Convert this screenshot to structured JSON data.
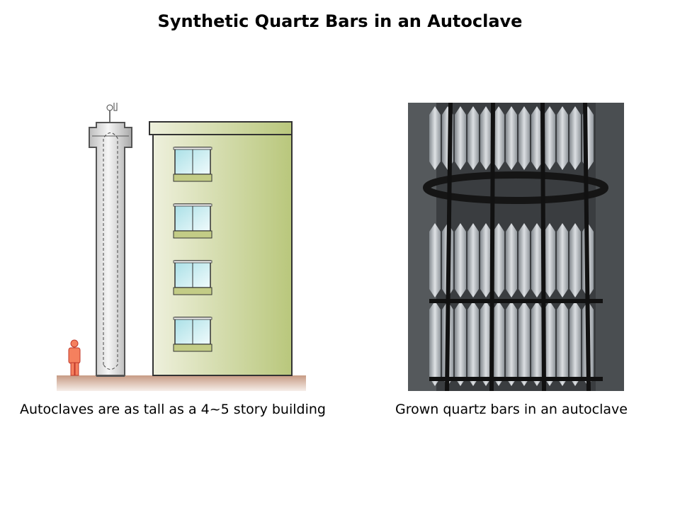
{
  "slide": {
    "title": "Synthetic Quartz Bars in an Autoclave",
    "left_caption": "Autoclaves are as tall as a 4~5 story building",
    "right_caption": "Grown quartz bars in an autoclave"
  },
  "colors": {
    "building": "#c6cf8c",
    "ground": "#c9a08a",
    "autoclave": "#d8d8d8",
    "person": "#f07050",
    "window": "#cfeef2"
  }
}
